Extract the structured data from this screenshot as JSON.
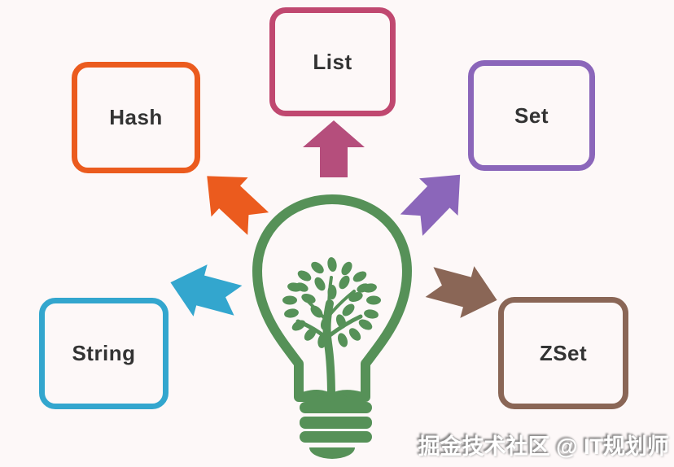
{
  "colors": {
    "background": "#fdf8f8",
    "hash": "#eb5b1e",
    "list": "#c04870",
    "listArrow": "#b54e7c",
    "set": "#8b66ba",
    "string": "#33a6ce",
    "zset": "#8a6656",
    "bulb": "#569158",
    "label": "#333333",
    "watermark": "#ffffff"
  },
  "nodes": [
    {
      "id": "hash",
      "label": "Hash"
    },
    {
      "id": "list",
      "label": "List"
    },
    {
      "id": "set",
      "label": "Set"
    },
    {
      "id": "string",
      "label": "String"
    },
    {
      "id": "zset",
      "label": "ZSet"
    }
  ],
  "center_icon": "lightbulb-with-tree",
  "arrows": [
    {
      "target": "list",
      "direction": "up"
    },
    {
      "target": "hash",
      "direction": "up-left"
    },
    {
      "target": "set",
      "direction": "up-right"
    },
    {
      "target": "string",
      "direction": "left-down"
    },
    {
      "target": "zset",
      "direction": "right-down"
    }
  ],
  "watermark": {
    "text": "掘金技术社区 @ IT规划师"
  }
}
